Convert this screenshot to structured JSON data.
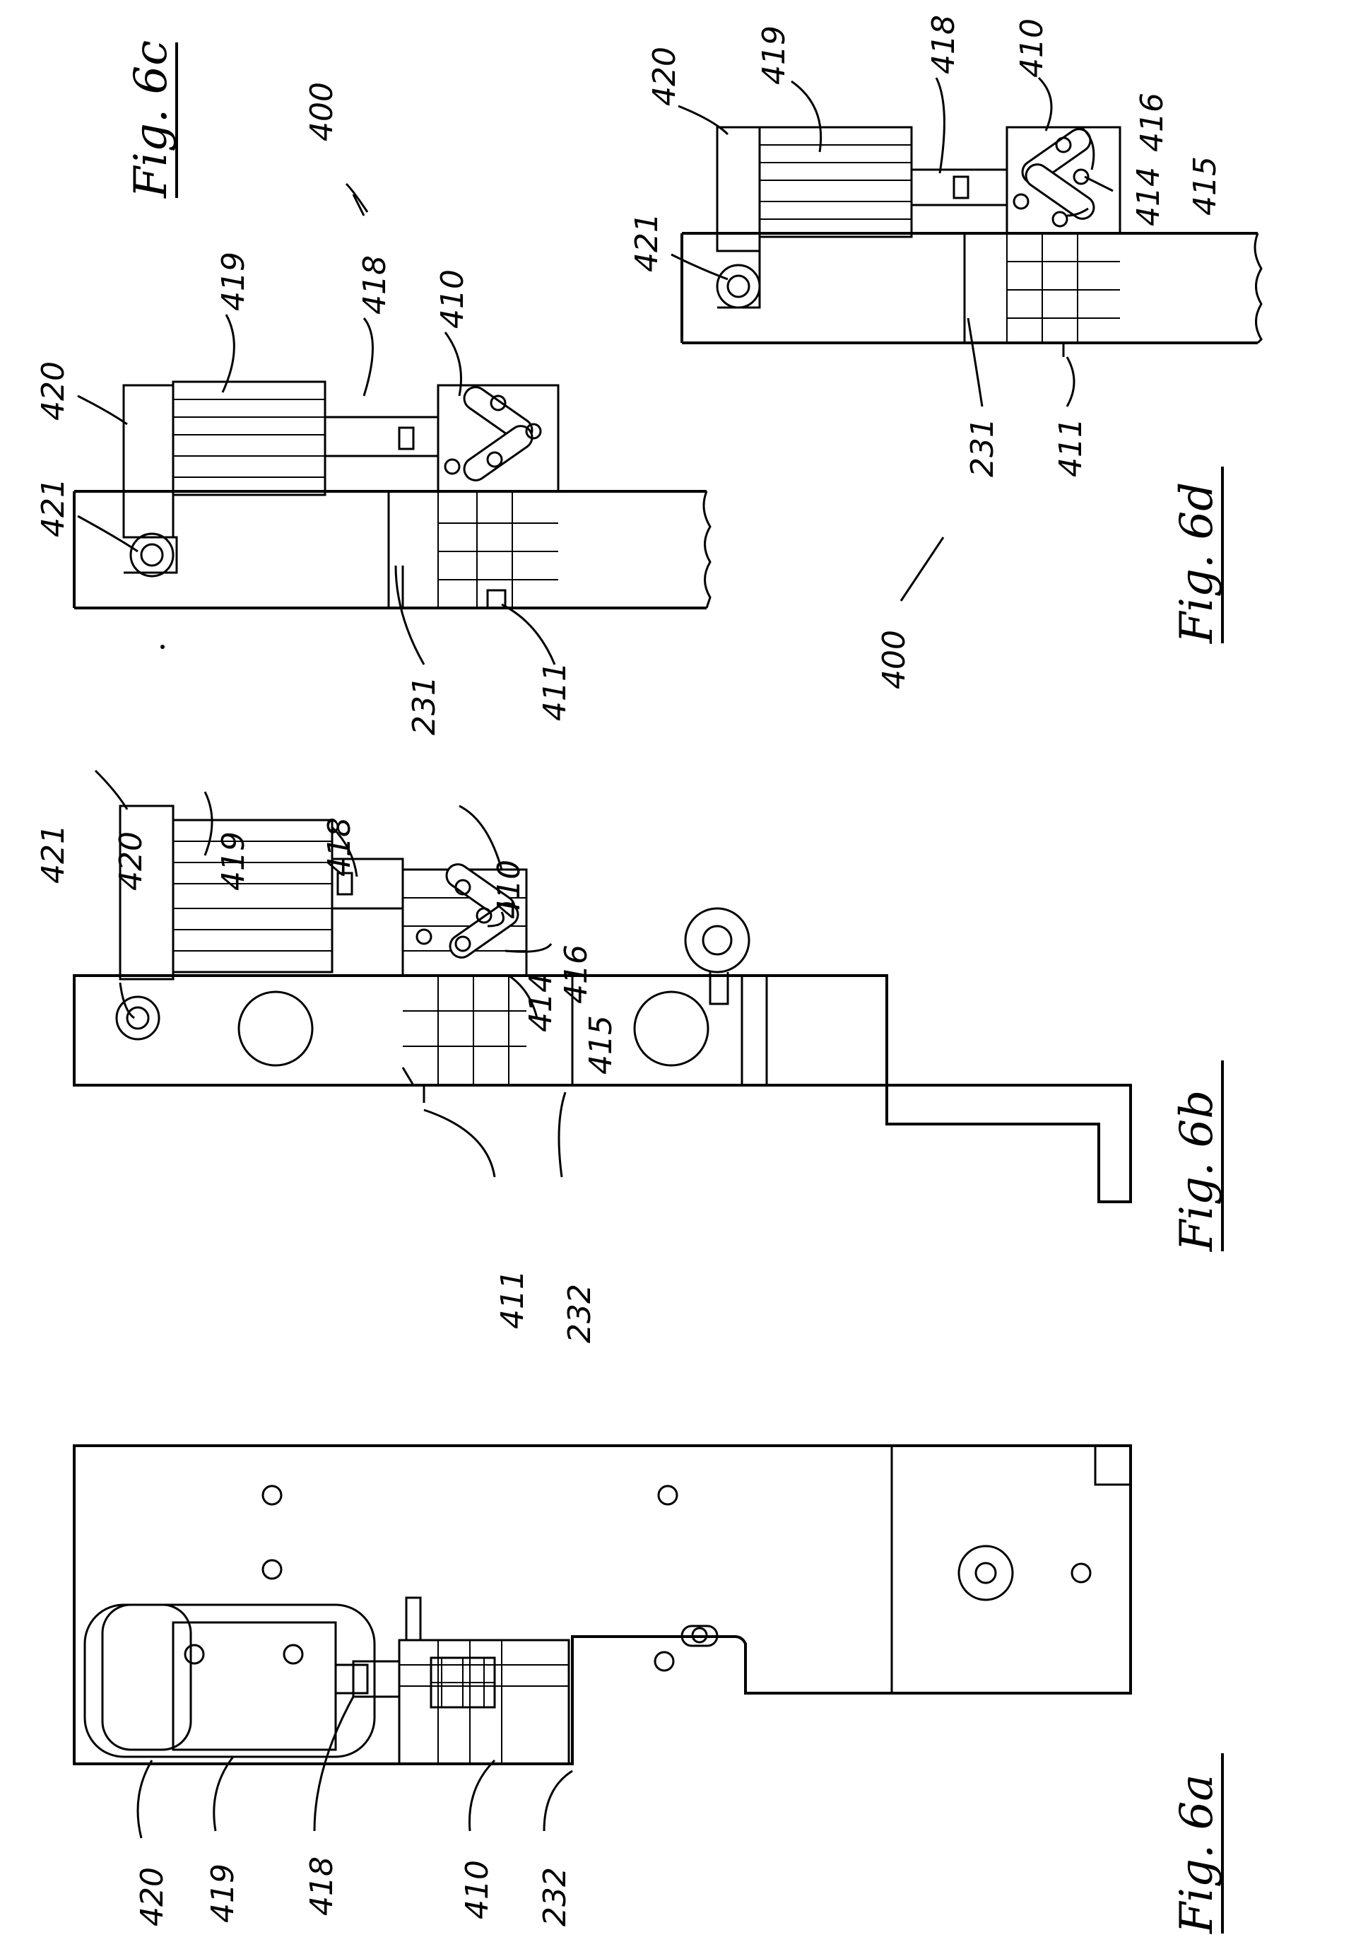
{
  "figures": {
    "fig6a": {
      "caption": "Fig. 6a",
      "labels": {
        "l420": "420",
        "l419": "419",
        "l418": "418",
        "l410": "410",
        "l232": "232"
      }
    },
    "fig6b": {
      "caption": "Fig. 6b",
      "labels": {
        "l421": "421",
        "l420": "420",
        "l419": "419",
        "l418": "418",
        "l410": "410",
        "l416": "416",
        "l415": "415",
        "l414": "414",
        "l411": "411",
        "l232": "232"
      }
    },
    "fig6c": {
      "caption": "Fig. 6c",
      "labels": {
        "l400": "400",
        "l421": "421",
        "l420": "420",
        "l419": "419",
        "l418": "418",
        "l410": "410",
        "l231": "231",
        "l411": "411"
      }
    },
    "fig6d": {
      "caption": "Fig. 6d",
      "labels": {
        "l400": "400",
        "l421": "421",
        "l420": "420",
        "l419": "419",
        "l418": "418",
        "l410": "410",
        "l416": "416",
        "l415": "415",
        "l414": "414",
        "l231": "231",
        "l411": "411"
      }
    }
  }
}
